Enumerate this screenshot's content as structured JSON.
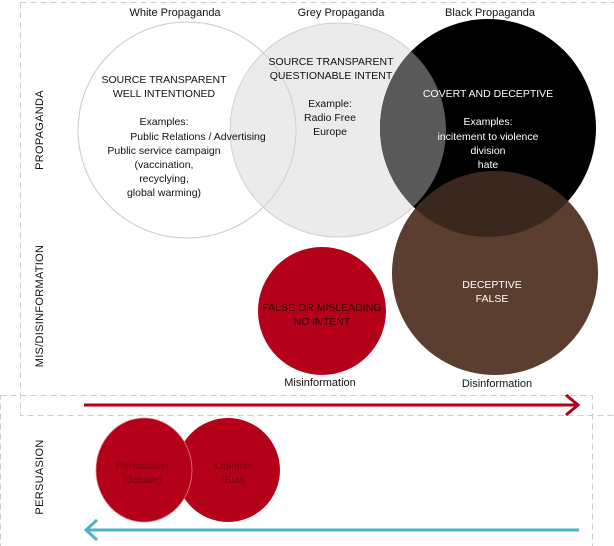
{
  "colors": {
    "white_circle": "#ffffff",
    "grey_circle": "#ebebeb",
    "black_circle": "#000000",
    "grey_black_overlap": "#595959",
    "brown_circle": "#5b3e2f",
    "brown_black_overlap": "#3a281e",
    "red": "#b5001a",
    "blue_arrow": "#4fb0c6",
    "dashed_border": "#cccccc"
  },
  "row_labels": {
    "propaganda": "PROPAGANDA",
    "misdisinformation": "MIS/DISINFORMATION",
    "persuasion": "PERSUASION"
  },
  "white": {
    "title": "White Propaganda",
    "lines": [
      "SOURCE TRANSPARENT",
      "WELL INTENTIONED",
      "Examples:",
      "Public Relations / Advertising",
      "Public service campaign",
      "(vaccination,",
      "recyclying,",
      "global warming)"
    ]
  },
  "grey": {
    "title": "Grey Propaganda",
    "lines": [
      "SOURCE TRANSPARENT",
      "QUESTIONABLE INTENT",
      "Example:",
      "Radio Free",
      "Europe"
    ]
  },
  "black": {
    "title": "Black Propaganda",
    "lines": [
      "COVERT AND DECEPTIVE",
      "Examples:",
      "incitement to violence",
      "division",
      "hate"
    ]
  },
  "disinformation": {
    "label": "Disinformation",
    "lines": [
      "DECEPTIVE",
      "FALSE"
    ]
  },
  "misinformation": {
    "label": "Misinformation",
    "lines": [
      "FALSE OR MISLEADING",
      "NO INTENT"
    ]
  },
  "persuasion": {
    "left": [
      "Persuasion",
      "(debate)"
    ],
    "right": [
      "Opinion",
      "/Bias"
    ]
  }
}
